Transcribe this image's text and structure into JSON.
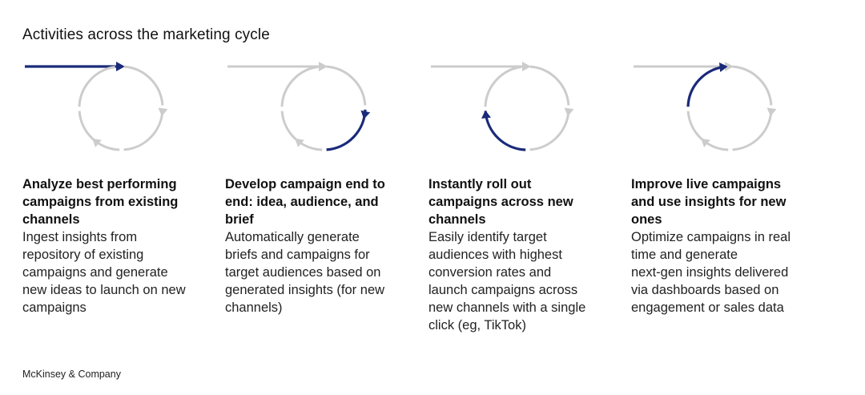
{
  "title": "Activities across the marketing cycle",
  "colors": {
    "accent": "#1a2a7a",
    "gray": "#cccccc"
  },
  "stages": [
    {
      "heading_lines": [
        "Analyze best performing",
        "campaigns from existing",
        "channels"
      ],
      "desc_lines": [
        "Ingest insights from",
        "repository of existing",
        "campaigns and generate",
        "new ideas to launch on new",
        "campaigns"
      ],
      "highlight": "entry-arrow"
    },
    {
      "heading_lines": [
        "Develop campaign end to",
        "end: idea, audience, and",
        "brief"
      ],
      "desc_lines": [
        "Automatically generate",
        "briefs and campaigns for",
        "target audiences based on",
        "generated insights (for new",
        "channels)"
      ],
      "highlight": "right-arc"
    },
    {
      "heading_lines": [
        "Instantly roll out",
        "campaigns across new",
        "channels"
      ],
      "desc_lines": [
        "Easily identify target",
        "audiences with highest",
        "conversion rates and",
        "launch campaigns across",
        "new channels with a single",
        "click (eg, TikTok)"
      ],
      "highlight": "bottom-arc"
    },
    {
      "heading_lines": [
        "Improve live campaigns",
        "and use insights for new",
        "ones"
      ],
      "desc_lines": [
        "Optimize campaigns in real",
        "time and generate",
        "next-gen insights delivered",
        "via dashboards based on",
        "engagement or sales data"
      ],
      "highlight": "left-arc"
    }
  ],
  "footer": "McKinsey & Company"
}
